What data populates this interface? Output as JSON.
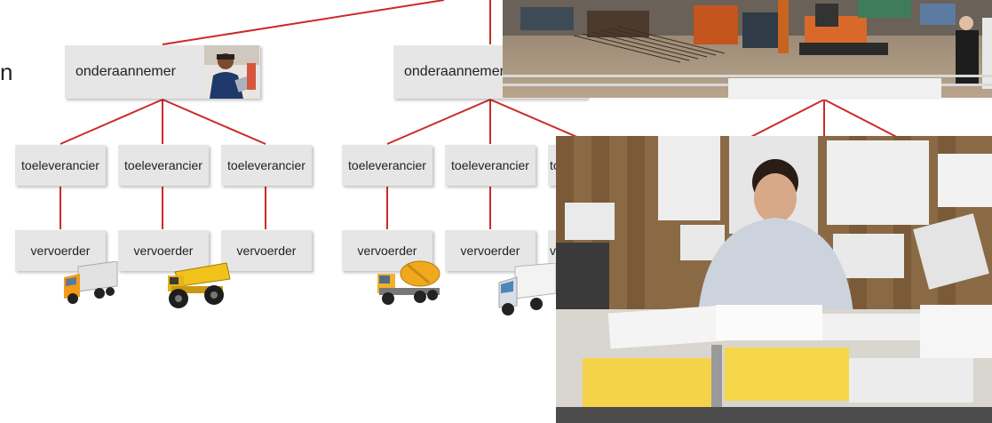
{
  "left_partial_text": "n",
  "diagram": {
    "level1": [
      {
        "label": "onderaannemer"
      },
      {
        "label": "onderaannemer"
      }
    ],
    "level2": [
      {
        "label": "toeleverancier"
      },
      {
        "label": "toeleverancier"
      },
      {
        "label": "toeleverancier"
      },
      {
        "label": "toeleverancier"
      },
      {
        "label": "toeleverancier"
      },
      {
        "label": "toeleverancier"
      }
    ],
    "level3": [
      {
        "label": "vervoerder"
      },
      {
        "label": "vervoerder"
      },
      {
        "label": "vervoerder"
      },
      {
        "label": "vervoerder"
      },
      {
        "label": "vervoerder"
      },
      {
        "label": "vervoerder"
      }
    ],
    "icons": [
      "orange-truck-icon",
      "dump-truck-icon",
      "cement-mixer-icon",
      "white-lorry-icon"
    ],
    "photos": [
      "worker-photo",
      "construction-site-photo",
      "office-man-photo"
    ],
    "colors": {
      "line": "#cc2a2a",
      "box": "#e6e6e6",
      "truck_orange": "#f39a1a",
      "dump_yellow": "#f2c21a"
    }
  }
}
